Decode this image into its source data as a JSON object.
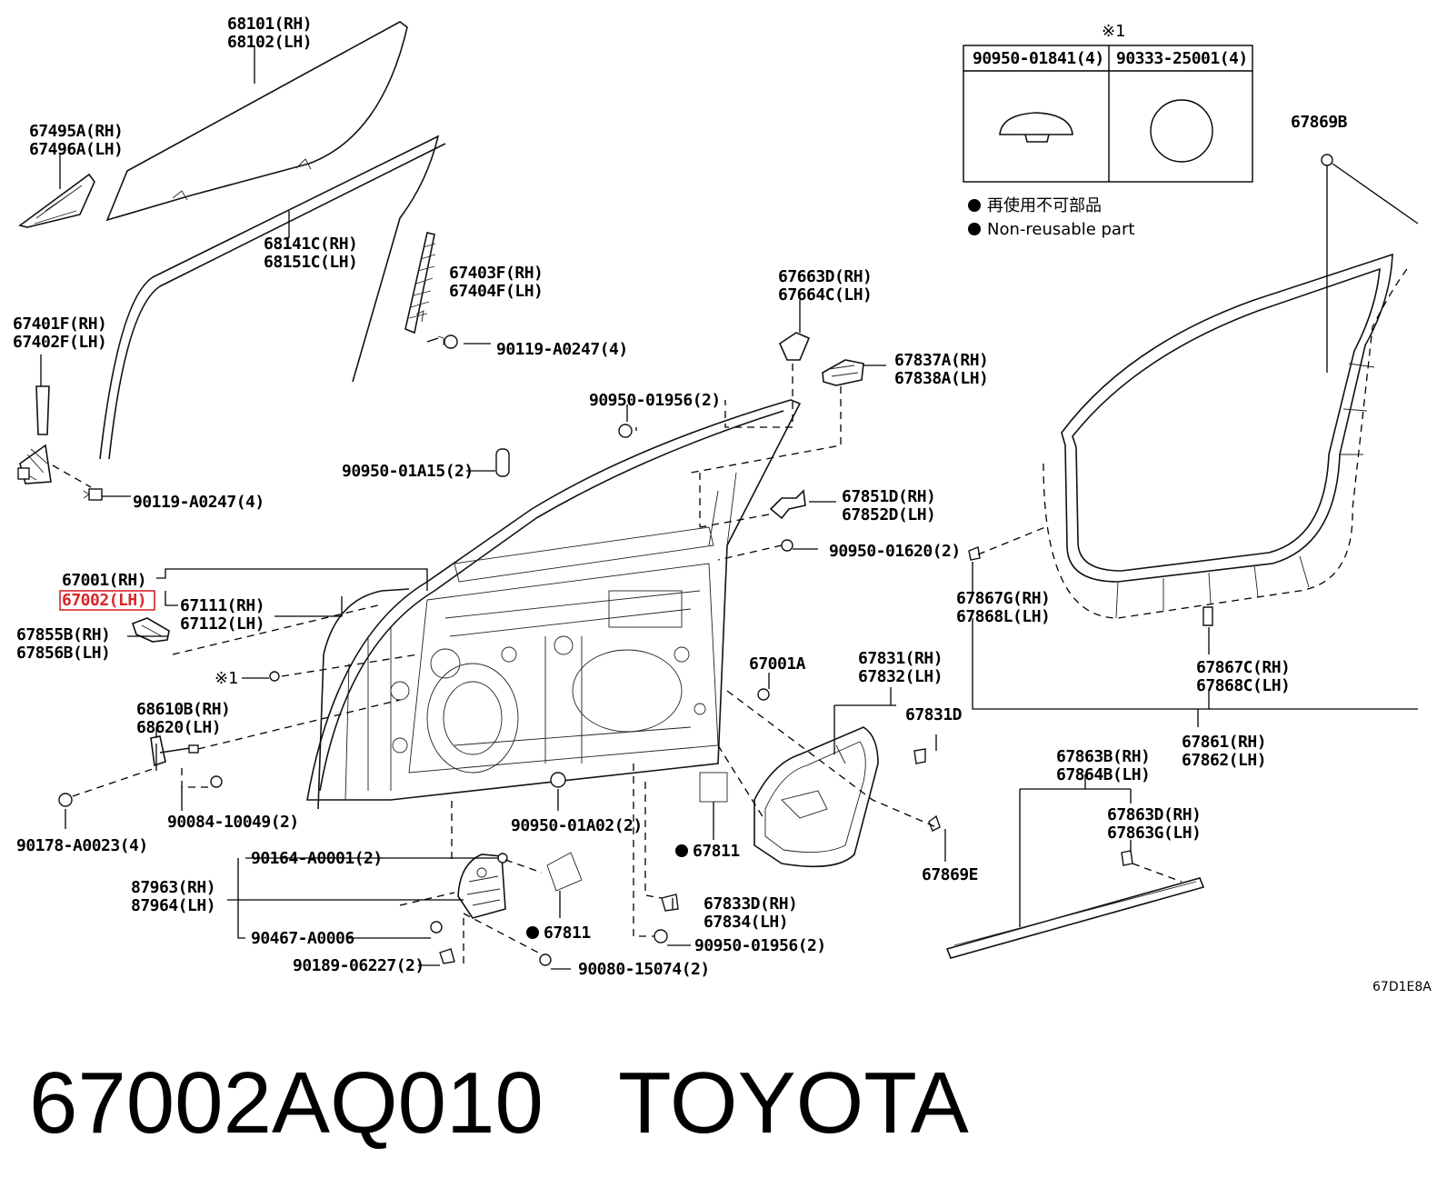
{
  "labels": {
    "l68101": "68101(RH)",
    "l68102": "68102(LH)",
    "l67495": "67495A(RH)",
    "l67496": "67496A(LH)",
    "l68141": "68141C(RH)",
    "l68151": "68151C(LH)",
    "l67403": "67403F(RH)",
    "l67404": "67404F(LH)",
    "l67401": "67401F(RH)",
    "l67402": "67402F(LH)",
    "l90119a": "90119-A0247(4)",
    "l90119b": "90119-A0247(4)",
    "l67663": "67663D(RH)",
    "l67664": "67664C(LH)",
    "l67837": "67837A(RH)",
    "l67838": "67838A(LH)",
    "l90950_1956a": "90950-01956(2)",
    "l90950_1A15": "90950-01A15(2)",
    "l67851": "67851D(RH)",
    "l67852": "67852D(LH)",
    "l90950_1620": "90950-01620(2)",
    "l67001": "67001(RH)",
    "l67002": "67002(LH)",
    "l67111": "67111(RH)",
    "l67112": "67112(LH)",
    "l67855": "67855B(RH)",
    "l67856": "67856B(LH)",
    "l_ref1": "※1",
    "l68610": "68610B(RH)",
    "l68620": "68620(LH)",
    "l90084": "90084-10049(2)",
    "l90178": "90178-A0023(4)",
    "l90950_1A02": "90950-01A02(2)",
    "l90164": "90164-A0001(2)",
    "l87963": "87963(RH)",
    "l87964": "87964(LH)",
    "l90467": "90467-A0006",
    "l90189": "90189-06227(2)",
    "l90080": "90080-15074(2)",
    "l67811a": "67811",
    "l67811b": "67811",
    "l67833": "67833D(RH)",
    "l67834": "67834(LH)",
    "l90950_1956b": "90950-01956(2)",
    "l67001A": "67001A",
    "l67831": "67831(RH)",
    "l67832": "67832(LH)",
    "l67831D": "67831D",
    "l67869E": "67869E",
    "l67869B": "67869B",
    "l67867G": "67867G(RH)",
    "l67868L": "67868L(LH)",
    "l67867C": "67867C(RH)",
    "l67868C": "67868C(LH)",
    "l67861": "67861(RH)",
    "l67862": "67862(LH)",
    "l67863B": "67863B(RH)",
    "l67864B": "67864B(LH)",
    "l67863D": "67863D(RH)",
    "l67863G": "67863G(LH)"
  },
  "table": {
    "ref": "※1",
    "col1": "90950-01841(4)",
    "col2": "90333-25001(4)"
  },
  "legend": {
    "jp": "再使用不可部品",
    "en": "Non-reusable part"
  },
  "diagram_code": "67D1E8A",
  "caption": {
    "part_number": "67002AQ010",
    "brand": "TOYOTA"
  },
  "highlight_color": "#d9262b"
}
